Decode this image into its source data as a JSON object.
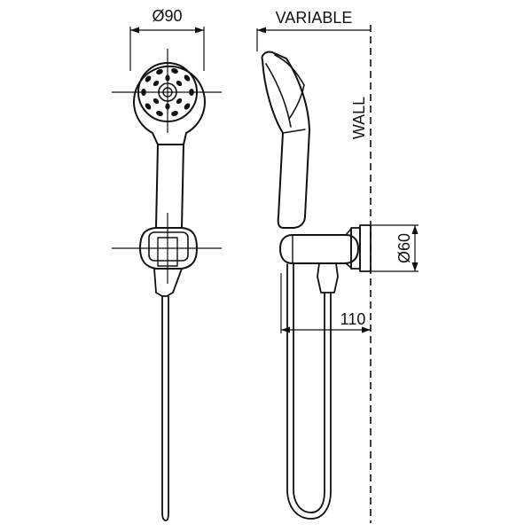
{
  "labels": {
    "head_diameter": "Ø90",
    "height": "VARIABLE",
    "wall": "WALL",
    "bracket_diameter": "Ø60",
    "projection": "110"
  }
}
